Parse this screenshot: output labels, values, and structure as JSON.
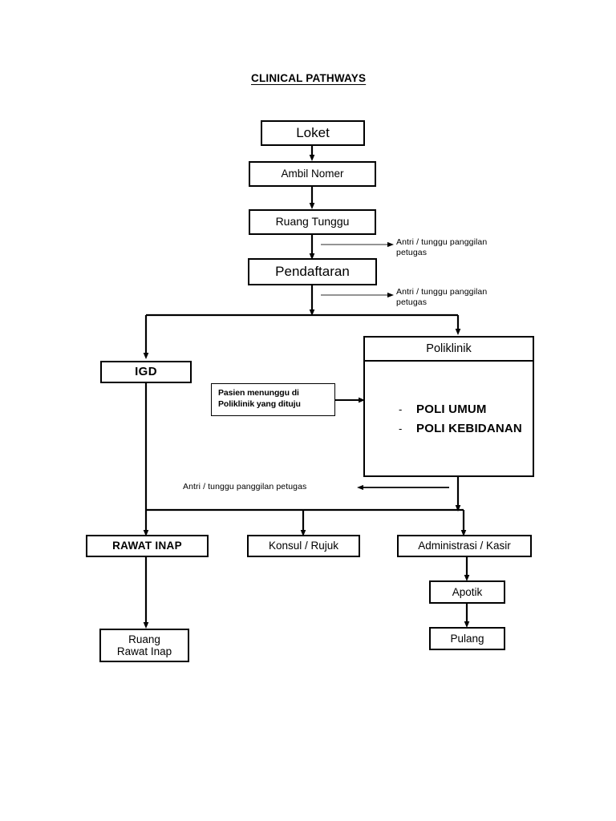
{
  "document": {
    "title": "CLINICAL PATHWAYS"
  },
  "nodes": {
    "loket": "Loket",
    "ambil_nomer": "Ambil Nomer",
    "ruang_tunggu": "Ruang Tunggu",
    "pendaftaran": "Pendaftaran",
    "igd": "IGD",
    "poliklinik_header": "Poliklinik",
    "poli_umum": "POLI UMUM",
    "poli_kebidanan": "POLI KEBIDANAN",
    "dash": "-",
    "rawat_inap": "RAWAT INAP",
    "konsul_rujuk": "Konsul / Rujuk",
    "administrasi_kasir": "Administrasi / Kasir",
    "ruang_rawat_inap": "Ruang\nRawat Inap",
    "apotik": "Apotik",
    "pulang": "Pulang"
  },
  "annotations": {
    "antri_1": "Antri / tunggu panggilan\npetugas",
    "antri_2": "Antri / tunggu panggilan\npetugas",
    "antri_3": "Antri / tunggu panggilan petugas",
    "pasien_menunggu": "Pasien menunggu  di\nPoliklinik yang dituju"
  },
  "colors": {
    "stroke": "#000000",
    "background": "#ffffff",
    "text": "#000000"
  }
}
